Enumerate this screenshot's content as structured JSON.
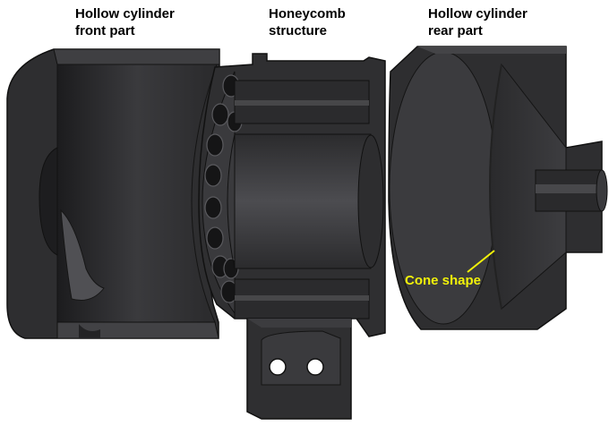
{
  "labels": {
    "front": [
      "Hollow cylinder",
      "front part"
    ],
    "honeycomb": [
      "Honeycomb",
      "structure"
    ],
    "rear": [
      "Hollow cylinder",
      "rear part"
    ],
    "cone": "Cone shape"
  },
  "colors": {
    "body": "#2f2f31",
    "face_light": "#4a4a4d",
    "face_dark": "#1f1f21",
    "edge": "#0f0f10",
    "annotation": "#f2f20a"
  }
}
